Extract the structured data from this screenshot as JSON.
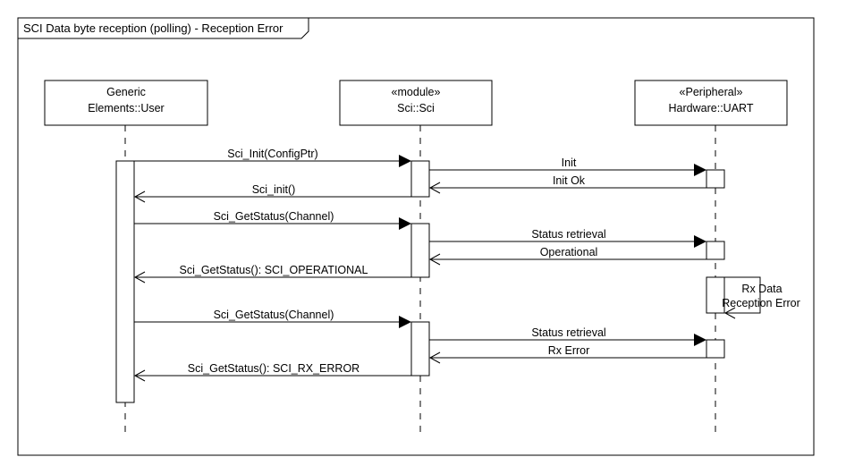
{
  "frame": {
    "title": "SCI Data byte reception (polling) - Reception Error"
  },
  "lifelines": {
    "user": {
      "line1": "Generic",
      "line2": "Elements::User"
    },
    "sci": {
      "line1": "«module»",
      "line2": "Sci::Sci"
    },
    "uart": {
      "line1": "«Peripheral»",
      "line2": "Hardware::UART"
    }
  },
  "messages": {
    "init_call": "Sci_Init(ConfigPtr)",
    "init_hw": "Init",
    "init_ok": "Init Ok",
    "init_return": "Sci_init()",
    "getstatus_call_1": "Sci_GetStatus(Channel)",
    "status_retrieval_1": "Status retrieval",
    "operational": "Operational",
    "getstatus_return_1": "Sci_GetStatus(): SCI_OPERATIONAL",
    "self_line1": "Rx Data",
    "self_line2": "Reception Error",
    "getstatus_call_2": "Sci_GetStatus(Channel)",
    "status_retrieval_2": "Status retrieval",
    "rx_error": "Rx Error",
    "getstatus_return_2": "Sci_GetStatus(): SCI_RX_ERROR"
  }
}
